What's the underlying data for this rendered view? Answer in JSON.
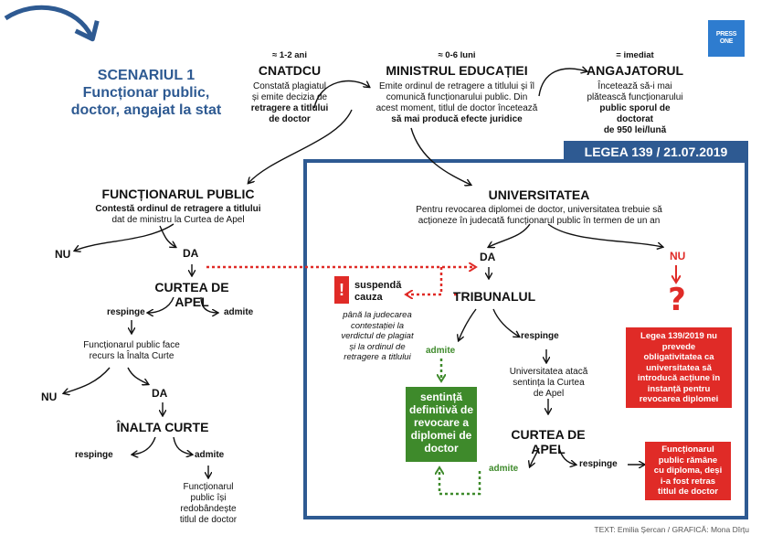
{
  "scenario": {
    "title": [
      "SCENARIUL 1",
      "Funcționar public,",
      "doctor, angajat la stat"
    ]
  },
  "logo": {
    "text": [
      "PRESS",
      "ONE"
    ]
  },
  "top": {
    "cnatdcu": {
      "time": "≈ 1-2 ani",
      "title": "CNATDCU",
      "lines": [
        "Constată plagiatul",
        "și emite decizia de",
        "retragere a titlului",
        "de doctor"
      ]
    },
    "minister": {
      "time": "≈ 0-6 luni",
      "title": "MINISTRUL EDUCAȚIEI",
      "lines": [
        "Emite ordinul de retragere a titlului și îl",
        "comunică funcționarului public. Din",
        "acest moment, titlul de doctor încetează",
        "să mai producă efecte juridice"
      ]
    },
    "employer": {
      "time": "= imediat",
      "title": "ANGAJATORUL",
      "lines": [
        "Încetează să-i mai",
        "plătească funcționarului",
        "public sporul de doctorat",
        "de 950 lei/lună"
      ]
    }
  },
  "legea": {
    "label": "LEGEA 139 / 21.07.2019"
  },
  "left": {
    "title": "FUNCȚIONARUL PUBLIC",
    "desc": [
      "Contestă ordinul de retragere a titlului",
      "dat de ministru la Curtea de Apel"
    ],
    "nu1": "NU",
    "da1": "DA",
    "court": "CURTEA DE APEL",
    "respinge1": "respinge",
    "admite1": "admite",
    "recurs": [
      "Funcționarul public face",
      "recurs la Înalta Curte"
    ],
    "nu2": "NU",
    "da2": "DA",
    "supreme": "ÎNALTA CURTE",
    "respinge2": "respinge",
    "admite2": "admite",
    "final": [
      "Funcționarul",
      "public își",
      "redobândește",
      "titlul de doctor"
    ]
  },
  "right": {
    "title": "UNIVERSITATEA",
    "desc": [
      "Pentru revocarea diplomei de doctor, universitatea trebuie să",
      "acționeze în judecată funcționarul public în termen de un an"
    ],
    "da": "DA",
    "nu": "NU",
    "suspend": {
      "icon": "!",
      "label": [
        "suspendă",
        "cauza"
      ],
      "note": [
        "până la judecarea",
        "contestației la",
        "verdictul de plagiat",
        "și la ordinul de",
        "retragere a titlului"
      ]
    },
    "tribunal": "TRIBUNALUL",
    "admite": "admite",
    "respinge": "respinge",
    "green": [
      "sentință",
      "definitivă de",
      "revocare a",
      "diplomei de",
      "doctor"
    ],
    "atack": [
      "Universitatea atacă",
      "sentința la Curtea",
      "de Apel"
    ],
    "court": "CURTEA DE APEL",
    "admite2": "admite",
    "respinge2": "respinge",
    "question": "?",
    "red1": [
      "Legea 139/2019 nu",
      "prevede",
      "obligativitatea ca",
      "universitatea să",
      "introducă acțiune în",
      "instanță pentru",
      "revocarea diplomei"
    ],
    "red2": [
      "Funcționarul",
      "public rămâne",
      "cu diploma, deși",
      "i-a fost retras",
      "titlul de doctor"
    ]
  },
  "credits": "TEXT: Emilia Șercan / GRAFICĂ: Mona Dîrțu",
  "colors": {
    "blue": "#2e5a92",
    "red": "#e02b27",
    "green": "#3e8a2b"
  }
}
